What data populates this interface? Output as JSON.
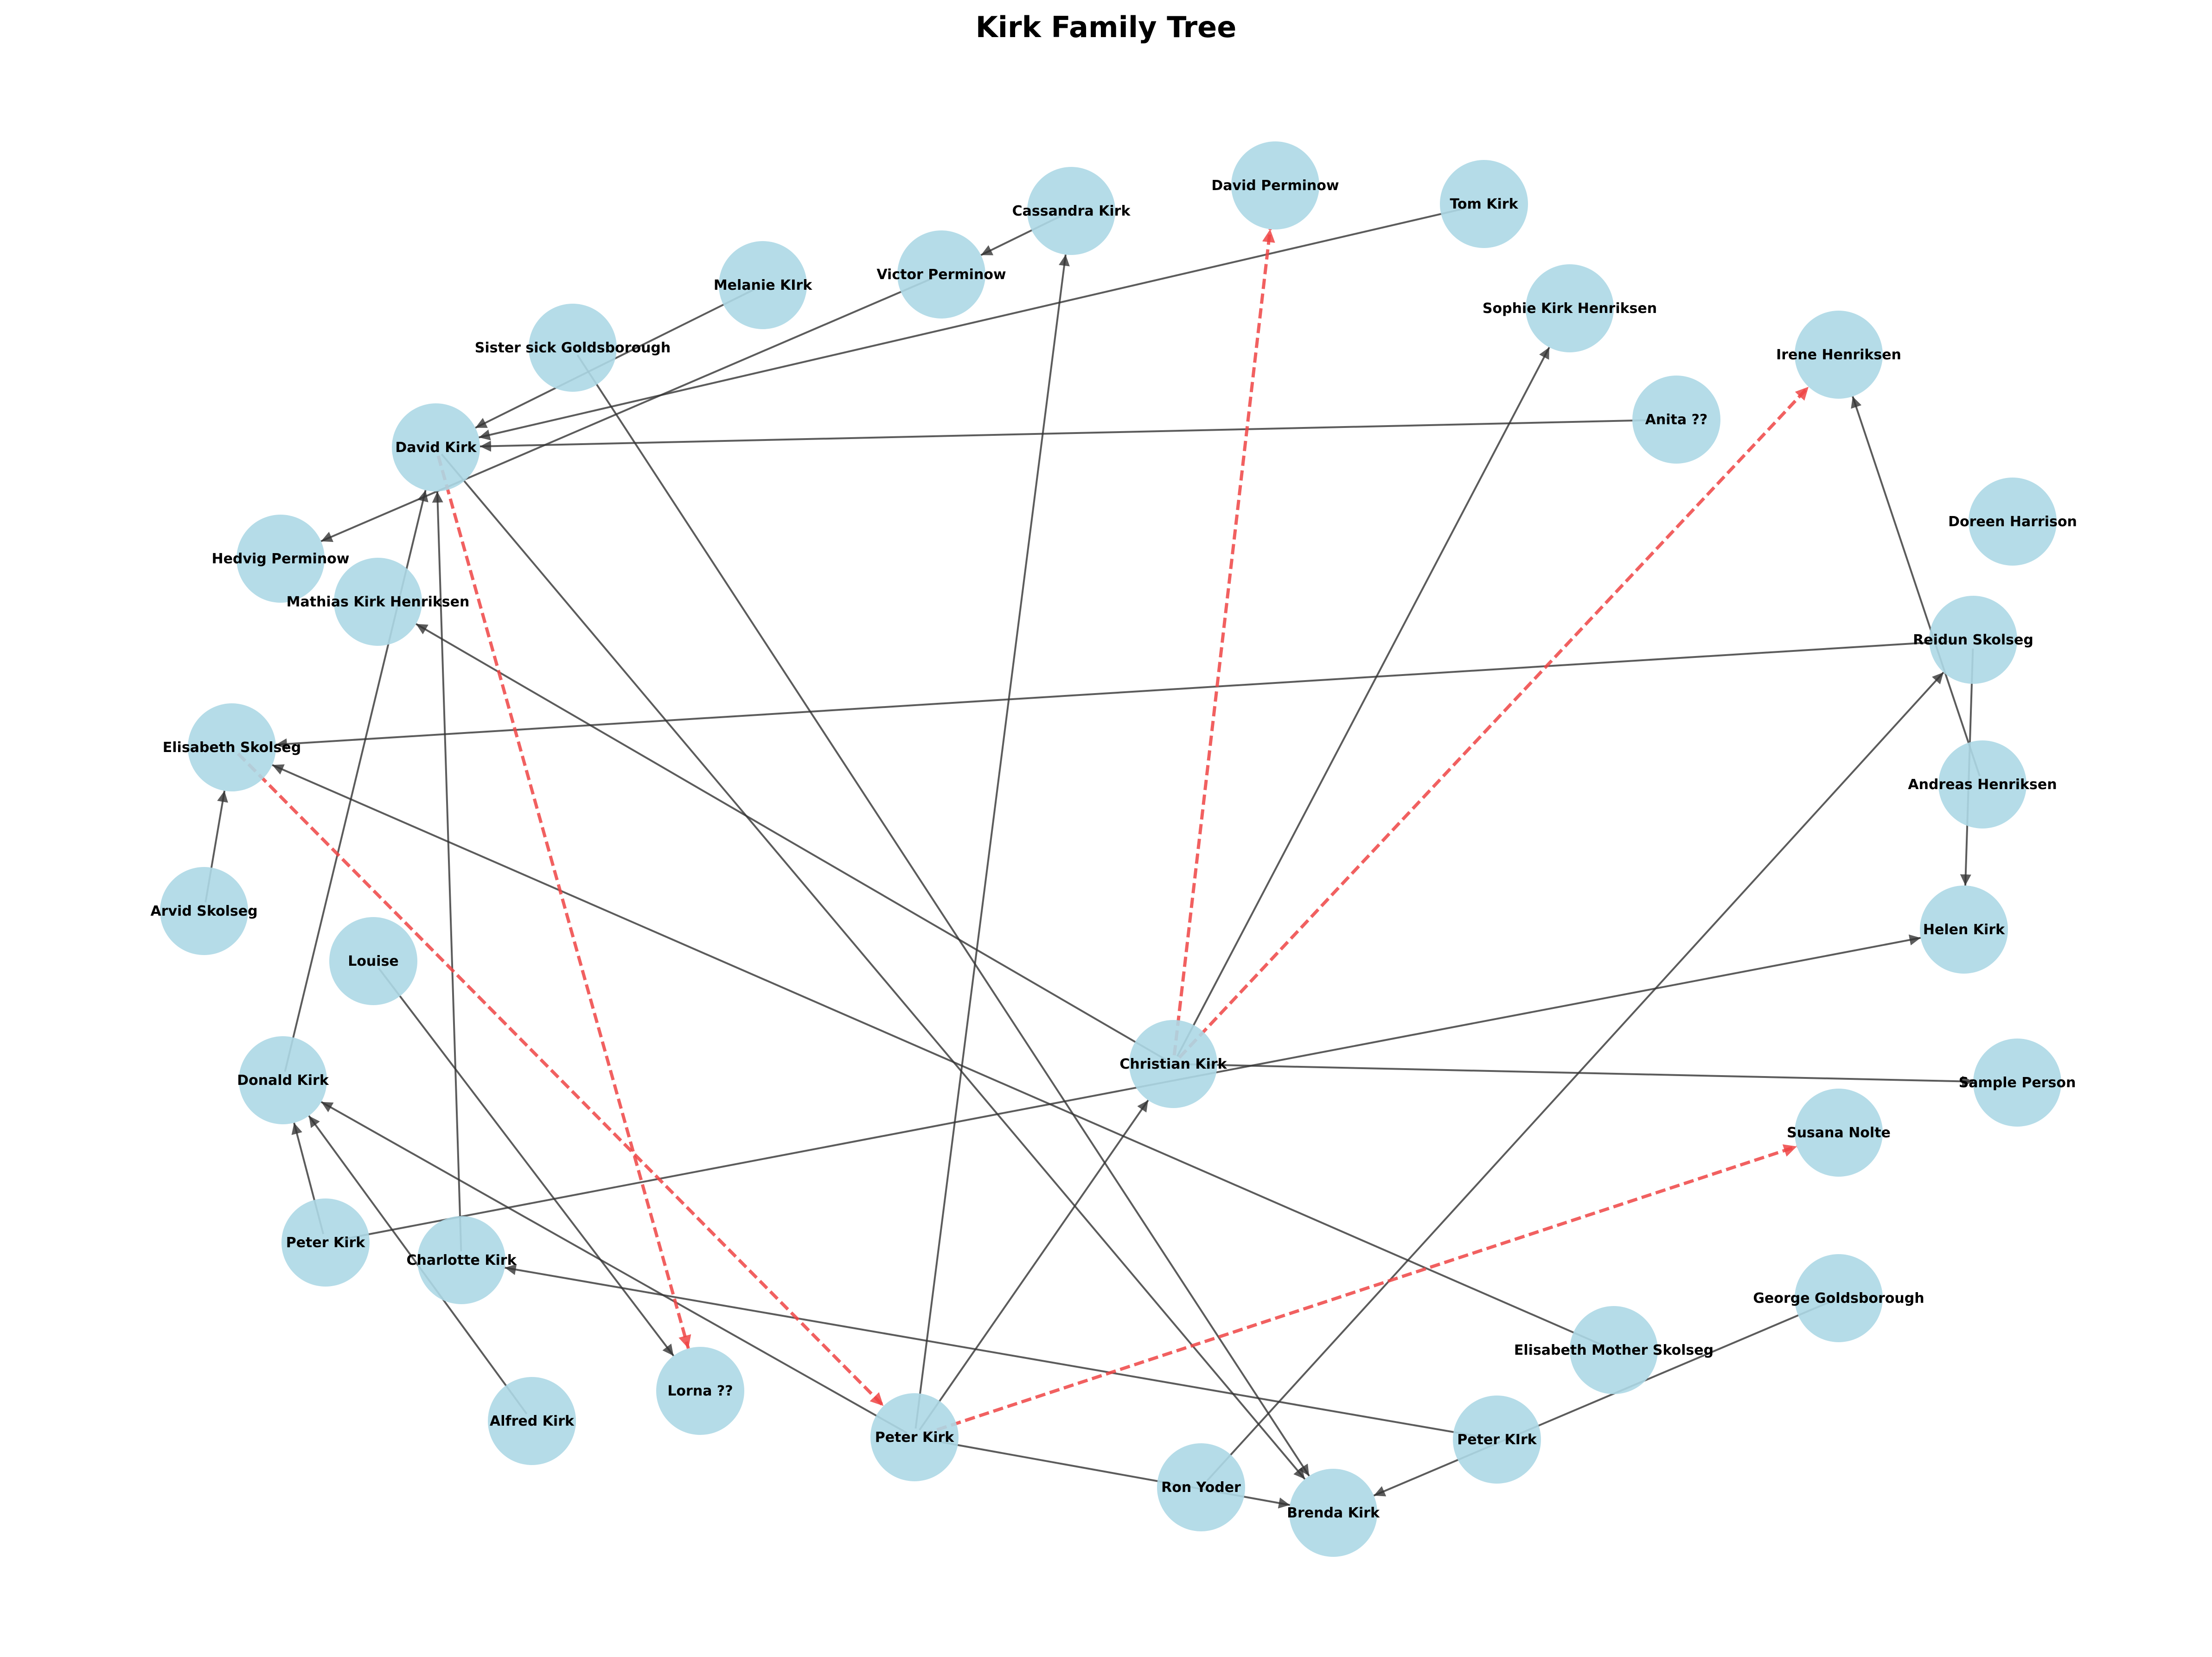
{
  "title": "Kirk Family Tree",
  "colors": {
    "node_fill": "#add8e6",
    "edge_solid": "#333333",
    "edge_dashed": "#ef4444",
    "text": "#000000"
  },
  "nodes": [
    {
      "id": "david_perminow",
      "label": "David Perminow"
    },
    {
      "id": "tom_kirk",
      "label": "Tom Kirk"
    },
    {
      "id": "cassandra_kirk",
      "label": "Cassandra Kirk"
    },
    {
      "id": "victor_perminow",
      "label": "Victor Perminow"
    },
    {
      "id": "melanie_kirk",
      "label": "Melanie KIrk"
    },
    {
      "id": "sophie_kirk_henriksen",
      "label": "Sophie Kirk Henriksen"
    },
    {
      "id": "irene_henriksen",
      "label": "Irene Henriksen"
    },
    {
      "id": "sister_sick_goldsborough",
      "label": "Sister sick Goldsborough"
    },
    {
      "id": "anita",
      "label": "Anita ??"
    },
    {
      "id": "david_kirk",
      "label": "David Kirk"
    },
    {
      "id": "doreen_harrison",
      "label": "Doreen Harrison"
    },
    {
      "id": "hedvig_perminow",
      "label": "Hedvig Perminow"
    },
    {
      "id": "mathias_kirk_henriksen",
      "label": "Mathias Kirk Henriksen"
    },
    {
      "id": "reidun_skolseg",
      "label": "Reidun Skolseg"
    },
    {
      "id": "elisabeth_skolseg",
      "label": "Elisabeth Skolseg"
    },
    {
      "id": "andreas_henriksen",
      "label": "Andreas  Henriksen"
    },
    {
      "id": "arvid_skolseg",
      "label": "Arvid Skolseg"
    },
    {
      "id": "helen_kirk",
      "label": "Helen Kirk"
    },
    {
      "id": "louise",
      "label": "Louise"
    },
    {
      "id": "christian_kirk",
      "label": "Christian Kirk"
    },
    {
      "id": "donald_kirk",
      "label": "Donald Kirk"
    },
    {
      "id": "sample_person",
      "label": "Sample Person"
    },
    {
      "id": "susana_nolte",
      "label": "Susana Nolte"
    },
    {
      "id": "peter_kirk_left",
      "label": "Peter  Kirk"
    },
    {
      "id": "charlotte_kirk",
      "label": "Charlotte Kirk"
    },
    {
      "id": "george_goldsborough",
      "label": "George  Goldsborough"
    },
    {
      "id": "elisabeth_mother_skolseg",
      "label": "Elisabeth Mother Skolseg"
    },
    {
      "id": "lorna",
      "label": "Lorna ??"
    },
    {
      "id": "alfred_kirk",
      "label": "Alfred Kirk"
    },
    {
      "id": "peter_kirk",
      "label": "Peter Kirk"
    },
    {
      "id": "peter_kirk_right",
      "label": "Peter  KIrk"
    },
    {
      "id": "ron_yoder",
      "label": "Ron  Yoder"
    },
    {
      "id": "brenda_kirk",
      "label": "Brenda Kirk"
    }
  ],
  "edges": [
    {
      "from": "melanie_kirk",
      "to": "david_kirk",
      "style": "solid"
    },
    {
      "from": "tom_kirk",
      "to": "david_kirk",
      "style": "solid"
    },
    {
      "from": "anita",
      "to": "david_kirk",
      "style": "solid"
    },
    {
      "from": "victor_perminow",
      "to": "hedvig_perminow",
      "style": "solid"
    },
    {
      "from": "cassandra_kirk",
      "to": "victor_perminow",
      "style": "solid"
    },
    {
      "from": "peter_kirk",
      "to": "cassandra_kirk",
      "style": "solid"
    },
    {
      "from": "donald_kirk",
      "to": "david_kirk",
      "style": "solid"
    },
    {
      "from": "charlotte_kirk",
      "to": "david_kirk",
      "style": "solid"
    },
    {
      "from": "david_kirk",
      "to": "brenda_kirk",
      "style": "solid"
    },
    {
      "from": "sister_sick_goldsborough",
      "to": "brenda_kirk",
      "style": "solid"
    },
    {
      "from": "christian_kirk",
      "to": "mathias_kirk_henriksen",
      "style": "solid"
    },
    {
      "from": "christian_kirk",
      "to": "sophie_kirk_henriksen",
      "style": "solid"
    },
    {
      "from": "christian_kirk",
      "to": "sample_person",
      "style": "solid"
    },
    {
      "from": "peter_kirk",
      "to": "christian_kirk",
      "style": "solid"
    },
    {
      "from": "peter_kirk_left",
      "to": "helen_kirk",
      "style": "solid"
    },
    {
      "from": "reidun_skolseg",
      "to": "elisabeth_skolseg",
      "style": "solid"
    },
    {
      "from": "reidun_skolseg",
      "to": "helen_kirk",
      "style": "solid"
    },
    {
      "from": "andreas_henriksen",
      "to": "irene_henriksen",
      "style": "solid"
    },
    {
      "from": "ron_yoder",
      "to": "reidun_skolseg",
      "style": "solid"
    },
    {
      "from": "arvid_skolseg",
      "to": "elisabeth_skolseg",
      "style": "solid"
    },
    {
      "from": "elisabeth_mother_skolseg",
      "to": "elisabeth_skolseg",
      "style": "solid"
    },
    {
      "from": "louise",
      "to": "lorna",
      "style": "solid"
    },
    {
      "from": "peter_kirk_left",
      "to": "donald_kirk",
      "style": "solid"
    },
    {
      "from": "alfred_kirk",
      "to": "donald_kirk",
      "style": "solid"
    },
    {
      "from": "peter_kirk",
      "to": "donald_kirk",
      "style": "solid"
    },
    {
      "from": "peter_kirk_right",
      "to": "charlotte_kirk",
      "style": "solid"
    },
    {
      "from": "george_goldsborough",
      "to": "brenda_kirk",
      "style": "solid"
    },
    {
      "from": "peter_kirk",
      "to": "brenda_kirk",
      "style": "solid"
    },
    {
      "from": "christian_kirk",
      "to": "david_perminow",
      "style": "dashed"
    },
    {
      "from": "christian_kirk",
      "to": "irene_henriksen",
      "style": "dashed"
    },
    {
      "from": "david_kirk",
      "to": "lorna",
      "style": "dashed"
    },
    {
      "from": "elisabeth_skolseg",
      "to": "peter_kirk",
      "style": "dashed"
    },
    {
      "from": "peter_kirk",
      "to": "susana_nolte",
      "style": "dashed"
    }
  ]
}
